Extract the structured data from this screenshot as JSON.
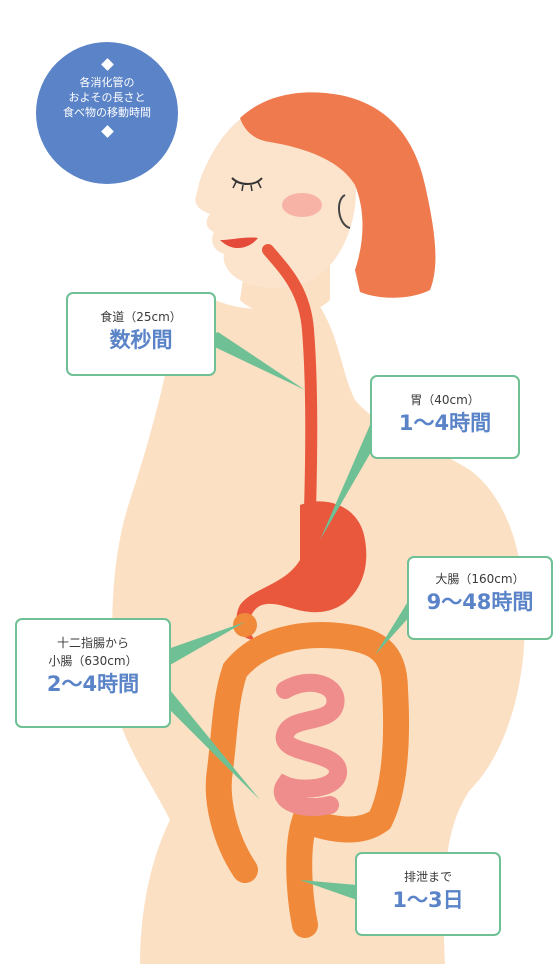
{
  "badge": {
    "lines": [
      "各消化管の",
      "およその長さと",
      "食べ物の移動時間"
    ]
  },
  "callouts": {
    "esophagus": {
      "label": "食道（25cm）",
      "time": "数秒間"
    },
    "stomach": {
      "label": "胃（40cm）",
      "time": "1～4時間"
    },
    "large_intestine": {
      "label": "大腸（160cm）",
      "time": "9～48時間"
    },
    "small_intestine": {
      "label_line1": "十二指腸から",
      "label_line2": "小腸（630cm）",
      "time": "2～4時間"
    },
    "excretion": {
      "label": "排泄まで",
      "time": "1～3日"
    }
  },
  "colors": {
    "badge": "#5b84c8",
    "callout_border": "#6fc094",
    "time_text": "#5b84c8",
    "skin": "#fbe0c4",
    "hair": "#ef7a4d",
    "esophagus_stomach": "#e9583c",
    "large_intestine": "#f08a3a",
    "small_intestine": "#ef8c8c"
  }
}
